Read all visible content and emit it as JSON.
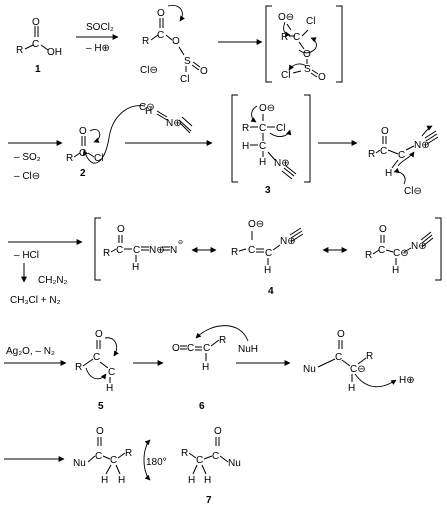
{
  "row1": {
    "reagent_top": "SOCl₂",
    "reagent_bottom": "– H⊕",
    "compound_number": "1",
    "atoms": {
      "R": "R",
      "C": "C",
      "O": "O",
      "OH": "OH",
      "Cl": "Cl",
      "S": "S",
      "Cl_minus": "Cl⊖",
      "O_minus": "O⊖"
    }
  },
  "row2": {
    "cond_1": "– SO₂",
    "cond_2": "– Cl⊖",
    "compound_2": "2",
    "compound_3": "3",
    "atoms": {
      "R": "R",
      "C": "C",
      "O": "O",
      "Cl": "Cl",
      "H": "H",
      "N": "N",
      "N_plus": "N⊕",
      "C_minus": "C⊖",
      "Cl_minus": "Cl⊖",
      "O_minus": "O⊖"
    }
  },
  "row3": {
    "cond_1": "– HCl",
    "cond_2": "CH₂N₂",
    "byproduct": "CH₃Cl + N₂",
    "compound_number": "4"
  },
  "row4": {
    "reagent": "Ag₂O, – N₂",
    "nucleophile": "NuH",
    "proton": "H⊕",
    "compound_5": "5",
    "compound_6": "6",
    "atoms": {
      "Nu": "Nu"
    }
  },
  "row5": {
    "rotation": "180°",
    "compound_7": "7"
  }
}
